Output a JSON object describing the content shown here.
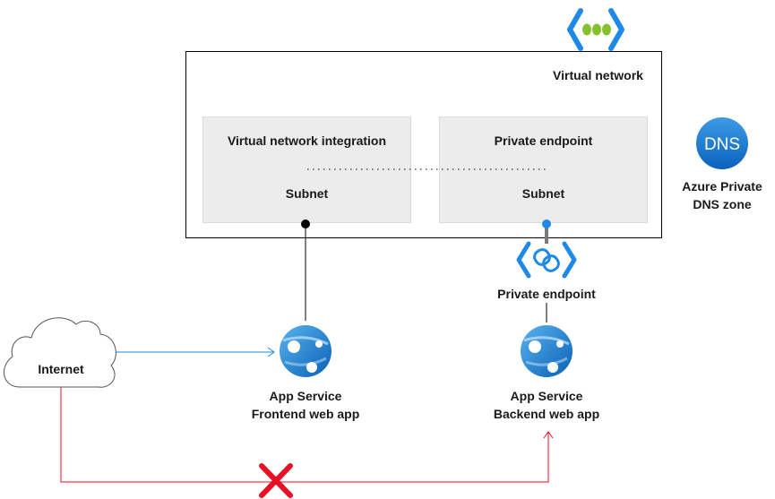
{
  "virtual_network": {
    "label": "Virtual network"
  },
  "left_subnet": {
    "title": "Virtual network integration",
    "subtitle": "Subnet"
  },
  "right_subnet": {
    "title": "Private endpoint",
    "subtitle": "Subnet"
  },
  "dns_zone": {
    "icon_text": "DNS",
    "label_line1": "Azure Private",
    "label_line2": "DNS zone"
  },
  "private_endpoint": {
    "label": "Private endpoint"
  },
  "internet": {
    "label": "Internet"
  },
  "frontend_app": {
    "line1": "App Service",
    "line2": "Frontend web app"
  },
  "backend_app": {
    "line1": "App Service",
    "line2": "Backend web app"
  },
  "colors": {
    "azure_blue": "#0078d4",
    "vnet_green": "#7fba00",
    "blocked_red": "#e81123",
    "allowed_line": "#0078d4"
  }
}
